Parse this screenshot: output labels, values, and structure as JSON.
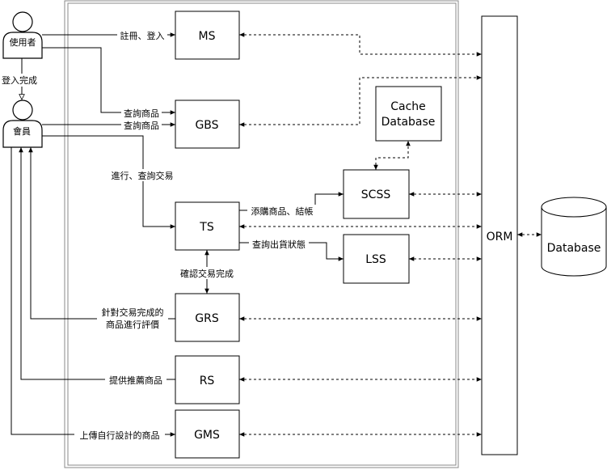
{
  "actors": {
    "user": "使用者",
    "member": "會員"
  },
  "login_done": "登入完成",
  "services": {
    "ms": "MS",
    "gbs": "GBS",
    "ts": "TS",
    "grs": "GRS",
    "rs": "RS",
    "gms": "GMS",
    "scss": "SCSS",
    "lss": "LSS",
    "cache_line1": "Cache",
    "cache_line2": "Database",
    "orm": "ORM",
    "database": "Database"
  },
  "edges": {
    "register_login": "註冊、登入",
    "query_goods_1": "查詢商品",
    "query_goods_2": "查詢商品",
    "trade": "進行、查詢交易",
    "add_cart": "添購商品、結帳",
    "query_ship": "查詢出貨狀態",
    "confirm_trade": "確認交易完成",
    "review_line1": "針對交易完成的",
    "review_line2": "商品進行評價",
    "recommend": "提供推薦商品",
    "upload": "上傳自行設計的商品"
  }
}
